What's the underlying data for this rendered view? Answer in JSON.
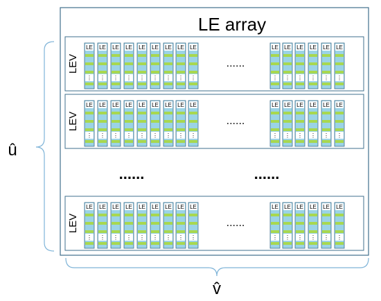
{
  "title": "LE array",
  "le_label": "LE",
  "lev_label": "LEV",
  "dots": "......",
  "vertical_dots": "......",
  "u_label": "û",
  "v_label": "v̂",
  "colors": {
    "frame": "#3f6f8c",
    "le_fill": "#9bd3e6",
    "le_band": "#a8d84f",
    "brace": "#7fb4d8"
  }
}
